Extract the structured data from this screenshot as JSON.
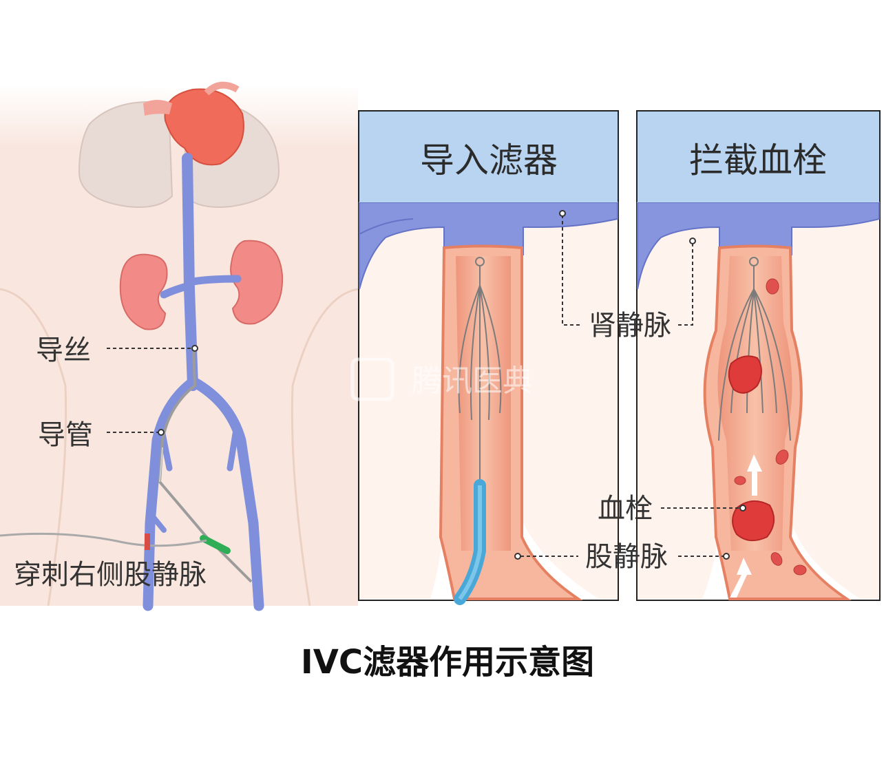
{
  "caption": "IVC滤器作用示意图",
  "left_labels": {
    "guidewire": "导丝",
    "catheter": "导管",
    "puncture": "穿刺右侧股静脉"
  },
  "panel1": {
    "title": "导入滤器"
  },
  "panel2": {
    "title": "拦截血栓"
  },
  "shared_labels": {
    "renal_vein": "肾静脉",
    "thrombus": "血栓",
    "femoral_vein": "股静脉"
  },
  "watermark": "腾讯医典",
  "colors": {
    "vein_blue": "#7f8fdc",
    "panel_header": "#b8d4f0",
    "vessel_wall": "#e9866f",
    "vessel_lumen": "#f6b49c",
    "kidney": "#f08a8a",
    "heart": "#f06a5a",
    "skin": "#f8e4dc",
    "catheter_blue": "#4aa8d8",
    "clot": "#e03b3b"
  }
}
